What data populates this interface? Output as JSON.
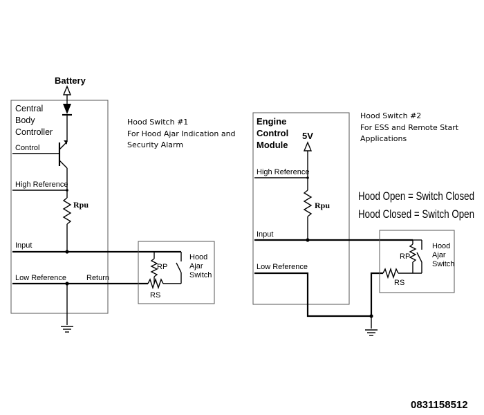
{
  "left": {
    "battery": "Battery",
    "controller_lines": [
      "Central",
      "Body",
      "Controller"
    ],
    "control": "Control",
    "high_reference": "High Reference",
    "rpu": "Rpu",
    "input": "Input",
    "low_reference": "Low Reference",
    "return": "Return",
    "rp": "RP",
    "rs": "RS",
    "switch_lines": [
      "Hood",
      "Ajar",
      "Switch"
    ],
    "note_lines": [
      "Hood Switch #1",
      "For Hood Ajar Indication and",
      "Security Alarm"
    ]
  },
  "right": {
    "module_lines": [
      "Engine",
      "Control",
      "Module"
    ],
    "supply": "5V",
    "high_reference": "High Reference",
    "rpu": "Rpu",
    "input": "Input",
    "low_reference": "Low Reference",
    "rp": "RP",
    "rs": "RS",
    "switch_lines": [
      "Hood",
      "Ajar",
      "Switch"
    ],
    "note_lines": [
      "Hood Switch #2",
      "For ESS and Remote Start",
      "Applications"
    ],
    "logic_lines": [
      "Hood Open = Switch Closed",
      "Hood Closed = Switch Open"
    ]
  },
  "figure_code": "0831158512"
}
